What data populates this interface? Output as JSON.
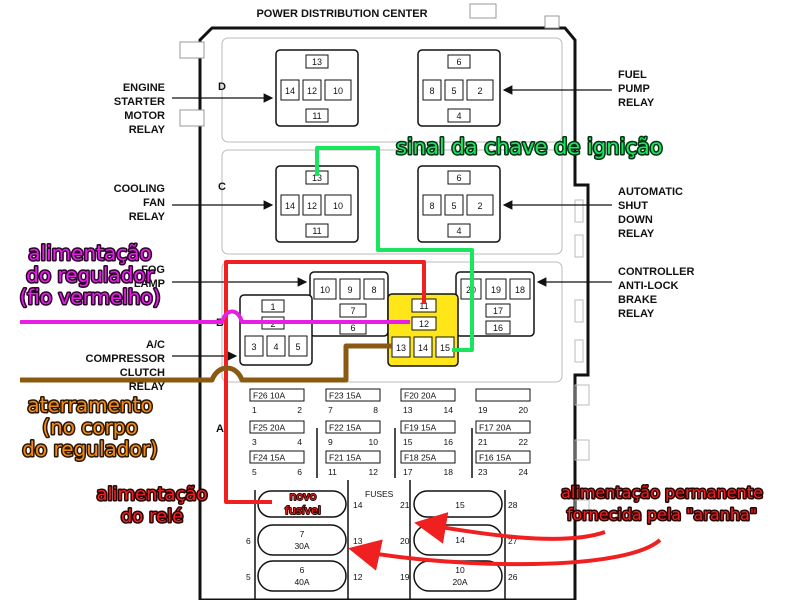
{
  "title": "POWER DISTRIBUTION CENTER",
  "section_letters": [
    "D",
    "C",
    "B",
    "A"
  ],
  "left_labels": {
    "engine_starter": [
      "ENGINE",
      "STARTER",
      "MOTOR",
      "RELAY"
    ],
    "cooling_fan": [
      "COOLING",
      "FAN",
      "RELAY"
    ],
    "fog_lamp_partial": [
      "FOG",
      "LAMP"
    ],
    "ac_compressor": [
      "A/C",
      "COMPRESSOR",
      "CLUTCH",
      "RELAY"
    ]
  },
  "right_labels": {
    "fuel_pump": [
      "FUEL",
      "PUMP",
      "RELAY"
    ],
    "auto_shutdown": [
      "AUTOMATIC",
      "SHUT",
      "DOWN",
      "RELAY"
    ],
    "abs": [
      "CONTROLLER",
      "ANTI-LOCK",
      "BRAKE",
      "RELAY"
    ]
  },
  "relay_pins": {
    "type_a": [
      "13",
      "14",
      "12",
      "10",
      "11"
    ],
    "type_b": [
      "6",
      "8",
      "5",
      "2",
      "4"
    ],
    "fog": [
      "10",
      "9",
      "8",
      "7",
      "6"
    ],
    "ac": [
      "1",
      "2",
      "3",
      "4",
      "5"
    ],
    "center": [
      "11",
      "12",
      "13",
      "14",
      "15"
    ],
    "abs": [
      "20",
      "19",
      "18",
      "17",
      "16"
    ]
  },
  "mini_fuses": [
    {
      "name": "F26 10A",
      "l": "1",
      "r": "2"
    },
    {
      "name": "F23 15A",
      "l": "7",
      "r": "8"
    },
    {
      "name": "F20 20A",
      "l": "13",
      "r": "14"
    },
    {
      "name": "",
      "l": "19",
      "r": "20"
    },
    {
      "name": "F25 20A",
      "l": "3",
      "r": "4"
    },
    {
      "name": "F22 15A",
      "l": "9",
      "r": "10"
    },
    {
      "name": "F19 15A",
      "l": "15",
      "r": "16"
    },
    {
      "name": "F17 20A",
      "l": "21",
      "r": "22"
    },
    {
      "name": "F24 15A",
      "l": "5",
      "r": "6"
    },
    {
      "name": "F21 15A",
      "l": "11",
      "r": "12"
    },
    {
      "name": "F18 25A",
      "l": "17",
      "r": "18"
    },
    {
      "name": "F16 15A",
      "l": "23",
      "r": "24"
    }
  ],
  "fuses_label": "FUSES",
  "maxi_fuses_left": [
    {
      "top": "",
      "amp": "",
      "l": "",
      "r": "14"
    },
    {
      "top": "7",
      "amp": "30A",
      "l": "6",
      "r": "13"
    },
    {
      "top": "6",
      "amp": "40A",
      "l": "5",
      "r": "12"
    }
  ],
  "maxi_fuses_right": [
    {
      "top": "15",
      "amp": "",
      "l": "21",
      "r": "28"
    },
    {
      "top": "14",
      "amp": "",
      "l": "20",
      "r": "27"
    },
    {
      "top": "10",
      "amp": "20A",
      "l": "19",
      "r": "26"
    }
  ],
  "annotations": {
    "ignition": "sinal da chave de ignição",
    "regulator_power": [
      "alimentação",
      "do regulador",
      "(fio vermelho)"
    ],
    "ground": [
      "aterramento",
      "(no corpo",
      "do regulador)"
    ],
    "relay_power": [
      "alimentação",
      "do relé"
    ],
    "new_fuse": [
      "novo",
      "fusível"
    ],
    "permanent": [
      "alimentação permanente",
      "fornecida pela \"aranha\""
    ]
  },
  "colors": {
    "green": "#19e65c",
    "red": "#f02020",
    "magenta": "#e61ee6",
    "brown": "#8a5a12",
    "yellow": "#ffe619",
    "orange_text": "#f08a14"
  }
}
